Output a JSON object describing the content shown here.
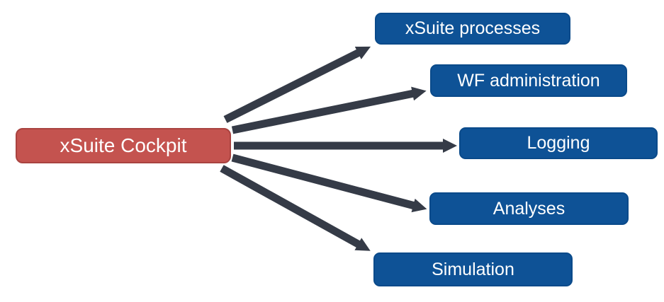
{
  "diagram": {
    "background": "#ffffff",
    "source_node": {
      "label": "xSuite Cockpit",
      "fill": "#c4534f",
      "border_color": "#a94340",
      "text_color": "#ffffff"
    },
    "target_nodes": [
      {
        "id": "xsuite-processes",
        "label": "xSuite processes"
      },
      {
        "id": "wf-administration",
        "label": "WF administration"
      },
      {
        "id": "logging",
        "label": "Logging"
      },
      {
        "id": "analyses",
        "label": "Analyses"
      },
      {
        "id": "simulation",
        "label": "Simulation"
      }
    ],
    "target_node_style": {
      "fill": "#0e5296",
      "border_color": "#0a4a8a",
      "text_color": "#ffffff"
    },
    "arrow_color": "#353b47",
    "edges": [
      {
        "from": "xSuite Cockpit",
        "to": "xSuite processes"
      },
      {
        "from": "xSuite Cockpit",
        "to": "WF administration"
      },
      {
        "from": "xSuite Cockpit",
        "to": "Logging"
      },
      {
        "from": "xSuite Cockpit",
        "to": "Analyses"
      },
      {
        "from": "xSuite Cockpit",
        "to": "Simulation"
      }
    ]
  }
}
